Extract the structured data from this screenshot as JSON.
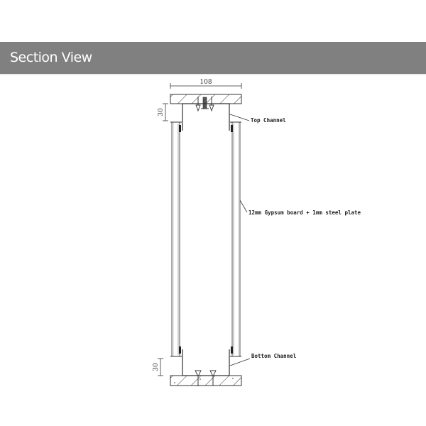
{
  "header": {
    "title": "Section View",
    "background": "#808080",
    "text_color": "#ffffff"
  },
  "drawing": {
    "dimensions": {
      "width": "108",
      "top_height": "30",
      "bottom_height": "30"
    },
    "labels": {
      "top_channel": "Top Channel",
      "board": "12mm Gypsum board + 1mm steel plate",
      "bottom_channel": "Bottom Channel"
    },
    "line_color": "#333333"
  }
}
